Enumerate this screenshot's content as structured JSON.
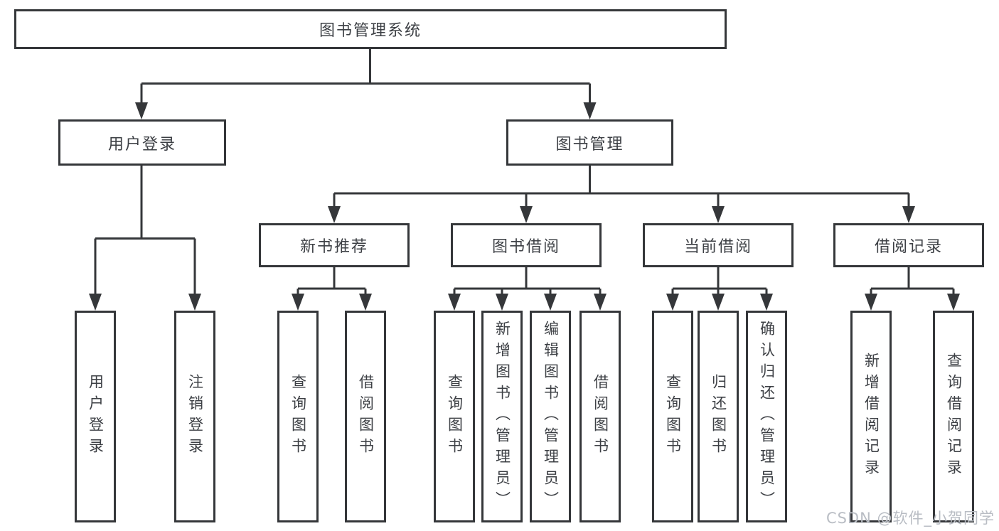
{
  "diagram": {
    "root": {
      "label": "图书管理系统"
    },
    "branches": [
      {
        "label": "用户登录",
        "children": [
          {
            "label": "用户登录"
          },
          {
            "label": "注销登录"
          }
        ]
      },
      {
        "label": "图书管理",
        "children": [
          {
            "label": "新书推荐",
            "children": [
              {
                "label": "查询图书"
              },
              {
                "label": "借阅图书"
              }
            ]
          },
          {
            "label": "图书借阅",
            "children": [
              {
                "label": "查询图书"
              },
              {
                "label": "新增图书（管理员）"
              },
              {
                "label": "编辑图书（管理员）"
              },
              {
                "label": "借阅图书"
              }
            ]
          },
          {
            "label": "当前借阅",
            "children": [
              {
                "label": "查询图书"
              },
              {
                "label": "归还图书"
              },
              {
                "label": "确认归还（管理员）"
              }
            ]
          },
          {
            "label": "借阅记录",
            "children": [
              {
                "label": "新增借阅记录"
              },
              {
                "label": "查询借阅记录"
              }
            ]
          }
        ]
      }
    ]
  },
  "watermark": "CSDN @软件_小贺同学",
  "colors": {
    "line": "#35373a",
    "text": "#3d4045",
    "watermark": "#b9bdc4",
    "background": "#ffffff"
  }
}
